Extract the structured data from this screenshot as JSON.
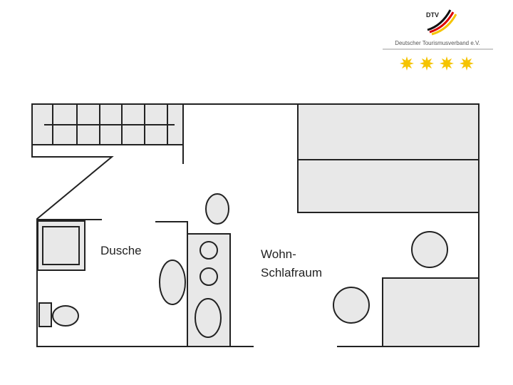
{
  "logo": {
    "acronym": "DTV",
    "name": "Deutscher Tourismusverband e.V.",
    "stars": 4,
    "star_color": "#f5c400"
  },
  "rooms": {
    "bath": "Dusche",
    "living_line1": "Wohn-",
    "living_line2": "Schlafraum"
  },
  "colors": {
    "wall": "#222222",
    "furniture": "#e8e8e8"
  }
}
